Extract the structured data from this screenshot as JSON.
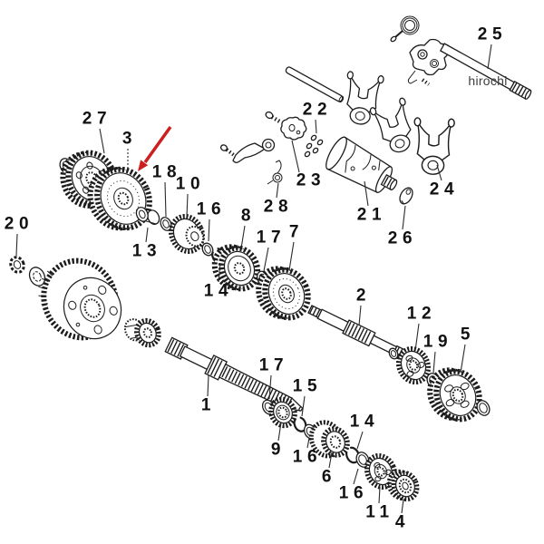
{
  "page": {
    "title": "Transmission exploded parts diagram"
  },
  "colors": {
    "background": "#ffffff",
    "line": "#1c1c1c",
    "label": "#111111",
    "arrow": "#cc2020",
    "watermark": "#3f3f3f"
  },
  "arrow": {
    "color": "#cc2020",
    "points_to_part": "3"
  },
  "watermark": {
    "text": "hirochi"
  },
  "labels": [
    {
      "text": "27"
    },
    {
      "text": "3"
    },
    {
      "text": "18"
    },
    {
      "text": "10"
    },
    {
      "text": "16"
    },
    {
      "text": "8"
    },
    {
      "text": "13"
    },
    {
      "text": "17"
    },
    {
      "text": "7"
    },
    {
      "text": "14"
    },
    {
      "text": "28"
    },
    {
      "text": "22"
    },
    {
      "text": "23"
    },
    {
      "text": "21"
    },
    {
      "text": "26"
    },
    {
      "text": "24"
    },
    {
      "text": "25"
    },
    {
      "text": "20"
    },
    {
      "text": "2"
    },
    {
      "text": "12"
    },
    {
      "text": "19"
    },
    {
      "text": "5"
    },
    {
      "text": "1"
    },
    {
      "text": "17"
    },
    {
      "text": "15"
    },
    {
      "text": "9"
    },
    {
      "text": "16"
    },
    {
      "text": "6"
    },
    {
      "text": "14"
    },
    {
      "text": "16"
    },
    {
      "text": "11"
    },
    {
      "text": "4"
    }
  ]
}
